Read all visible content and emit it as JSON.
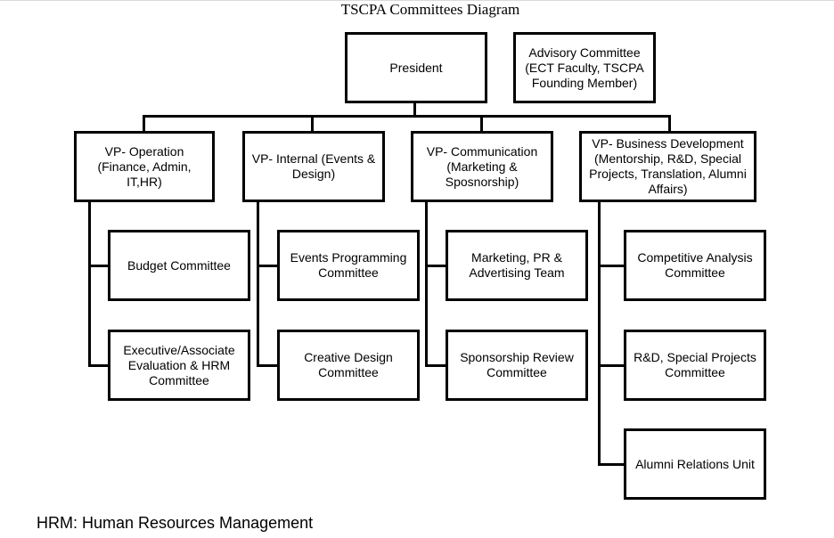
{
  "title": "TSCPA Committees Diagram",
  "top": {
    "president": "President",
    "advisory": "Advisory Committee (ECT Faculty, TSCPA Founding Member)"
  },
  "vps": {
    "operation": "VP- Operation (Finance, Admin, IT,HR)",
    "internal": "VP- Internal (Events & Design)",
    "communication": "VP- Communication (Marketing & Sposnorship)",
    "business": "VP- Business Development (Mentorship, R&D, Special Projects, Translation, Alumni Affairs)"
  },
  "committees": {
    "budget": "Budget Committee",
    "executive": "Executive/Associate Evaluation & HRM Committee",
    "events": "Events Programming Committee",
    "creative": "Creative Design Committee",
    "marketing": "Marketing, PR & Advertising Team",
    "sponsorship": "Sponsorship Review Committee",
    "competitive": "Competitive Analysis Committee",
    "rnd": "R&D, Special Projects Committee",
    "alumni": "Alumni Relations Unit"
  },
  "footnote": "HRM: Human Resources Management"
}
